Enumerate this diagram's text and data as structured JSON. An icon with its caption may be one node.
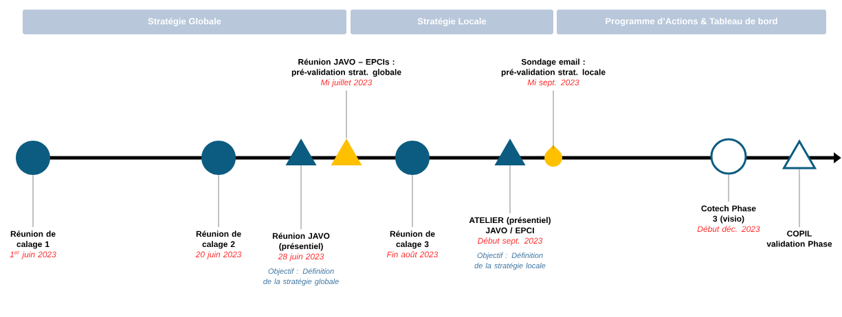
{
  "diagram": {
    "nodes": [
      {
        "text": [
          "Stratégie Globale"
        ]
      },
      {
        "text": [
          "Stratégie Locale"
        ]
      },
      {
        "text": [
          "Programme d’Actions & Tableau de bord"
        ]
      },
      {
        "text": [],
        "shape": "circle"
      },
      {
        "text": [],
        "shape": "circle"
      },
      {
        "text": [],
        "shape": "triangle"
      },
      {
        "text": [],
        "shape": "triangle"
      },
      {
        "text": [],
        "shape": "circle"
      },
      {
        "text": [],
        "shape": "triangle"
      },
      {
        "text": [],
        "shape": "drop"
      },
      {
        "text": [],
        "shape": "circle"
      },
      {
        "text": [],
        "shape": "triangle"
      },
      {
        "text": [
          "Réunion de calage 1",
          "1$^{er}$ juin 2023"
        ]
      },
      {
        "text": [
          "Réunion de calage 2",
          "20 juin 2023"
        ]
      },
      {
        "text": [
          "Réunion JAVO (présentiel)",
          "28 juin 2023",
          "Objectif : Définition de la stratégie globale"
        ]
      },
      {
        "text": [
          "Réunion JAVO – EPCIs : pré-validation strat. globale",
          "Mi juillet 2023"
        ]
      },
      {
        "text": [
          "Réunion de calage 3",
          "Fin août 2023"
        ]
      },
      {
        "text": [
          "ATELIER (présentiel) JAVO / EPCI",
          "Début sept. 2023",
          "Objectif : Définition de la stratégie locale"
        ]
      },
      {
        "text": [
          "Sondage email : pré-validation strat. locale",
          "Mi sept. 2023"
        ]
      },
      {
        "text": [
          "Cotech Phase 3 (visio)",
          "Début déc. 2023"
        ]
      },
      {
        "text": [
          "COPIL validation Phase"
        ]
      }
    ],
    "edges": [
      {
        "from": 12,
        "to": 3,
        "arrow": "none"
      },
      {
        "from": 13,
        "to": 4,
        "arrow": "none"
      },
      {
        "from": 14,
        "to": 5,
        "arrow": "none"
      },
      {
        "from": 15,
        "to": 6,
        "arrow": "none"
      },
      {
        "from": 16,
        "to": 7,
        "arrow": "none"
      },
      {
        "from": 17,
        "to": 8,
        "arrow": "none"
      },
      {
        "from": 18,
        "to": 9,
        "arrow": "none"
      },
      {
        "from": 19,
        "to": 10,
        "arrow": "none"
      },
      {
        "from": 20,
        "to": 11,
        "arrow": "none"
      }
    ]
  }
}
